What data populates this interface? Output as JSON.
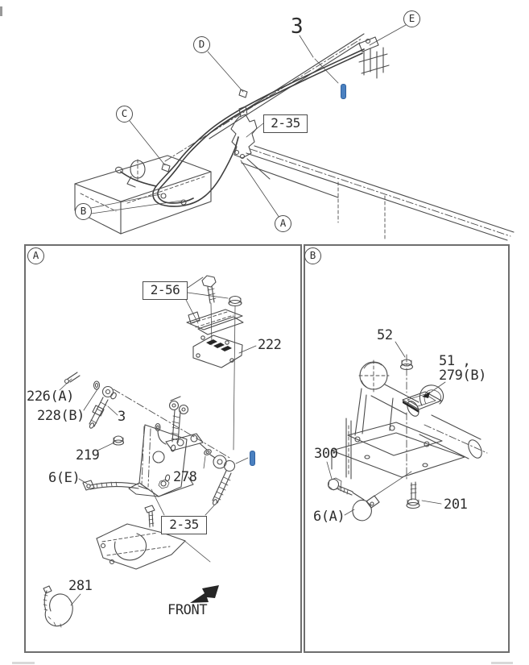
{
  "colors": {
    "line": "#4b4b4b",
    "text": "#2d2d2d",
    "marker_blue": "#4a80c0",
    "panel_border": "#6e6e6e"
  },
  "top_diagram": {
    "part_3": "3",
    "view_e": "E",
    "view_d": "D",
    "view_c": "C",
    "view_b": "B",
    "view_a": "A",
    "ref_2_35": "2-35"
  },
  "panel_a": {
    "letter": "A",
    "ref_2_56": "2-56",
    "ref_2_35": "2-35",
    "front": "FRONT",
    "parts": {
      "p222": "222",
      "p226a": "226(A)",
      "p228b": "228(B)",
      "p3": "3",
      "p219": "219",
      "p6e": "6(E)",
      "p278": "278",
      "p281": "281"
    }
  },
  "panel_b": {
    "letter": "B",
    "parts": {
      "p52": "52",
      "p51": "51 ,",
      "p279b": "279(B)",
      "p300": "300",
      "p6a": "6(A)",
      "p201": "201"
    }
  }
}
